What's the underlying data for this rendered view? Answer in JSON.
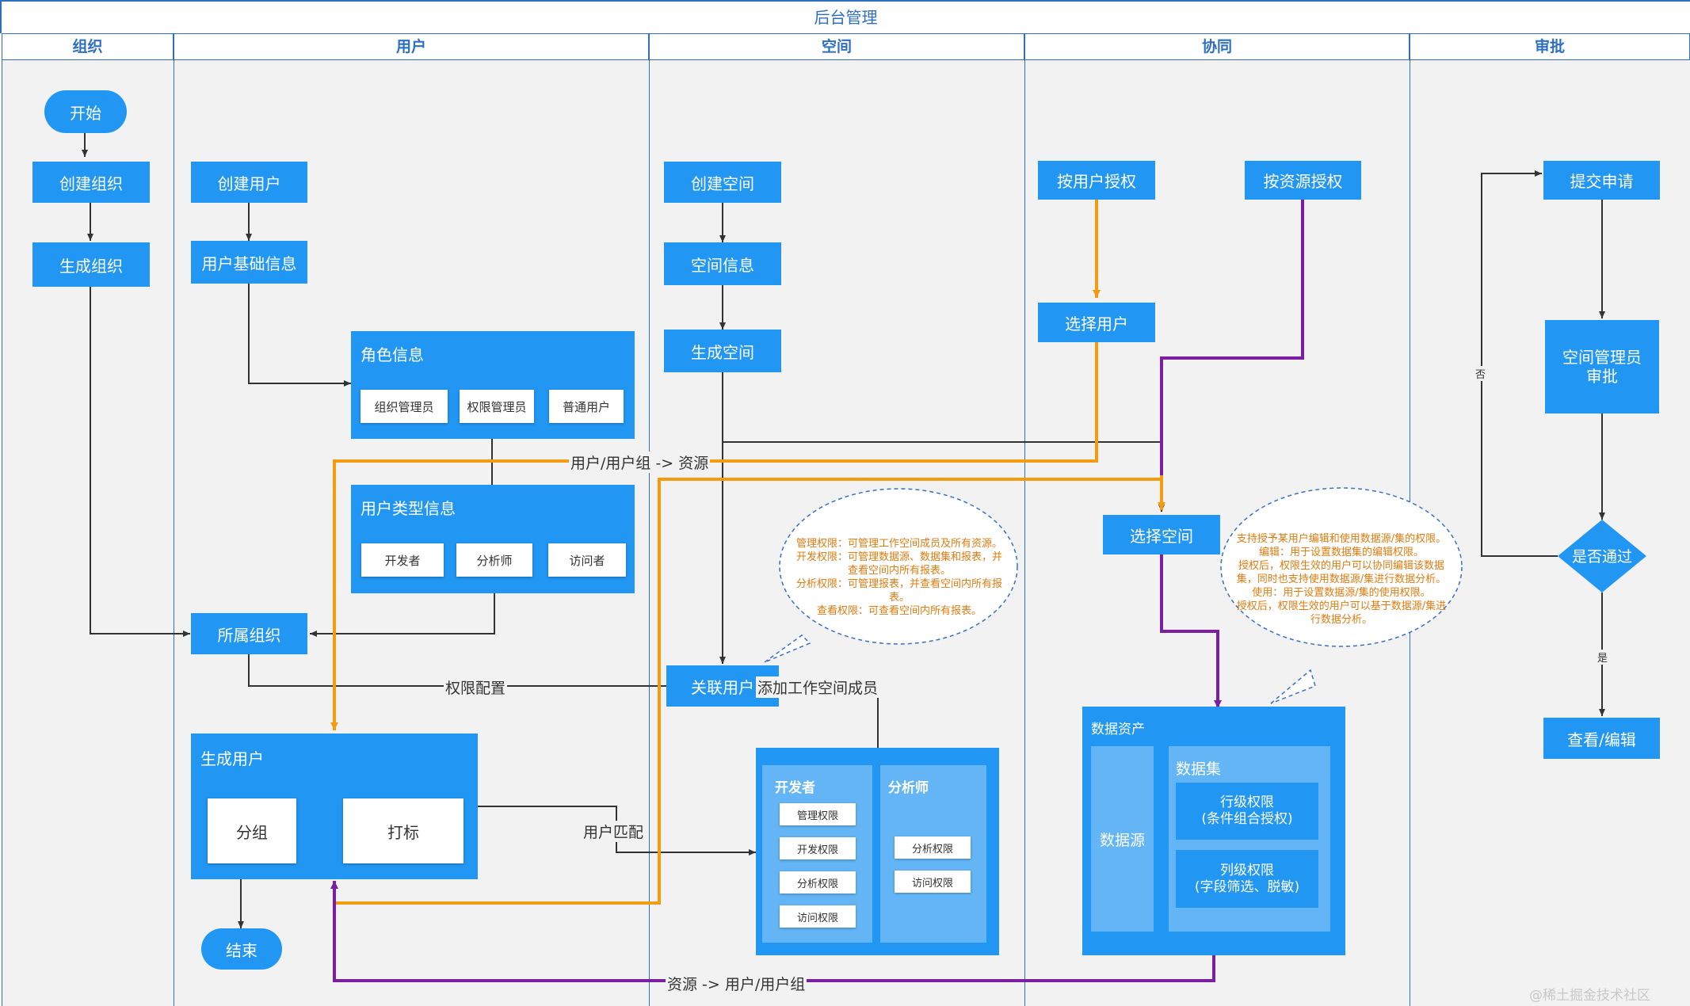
{
  "header": {
    "title": "后台管理"
  },
  "lanes": [
    "组织",
    "用户",
    "空间",
    "协同",
    "审批"
  ],
  "org": {
    "start": "开始",
    "create": "创建组织",
    "generate": "生成组织"
  },
  "user": {
    "create": "创建用户",
    "basic_info": "用户基础信息",
    "role_info": {
      "title": "角色信息",
      "items": [
        "组织管理员",
        "权限管理员",
        "普通用户"
      ]
    },
    "user_type": {
      "title": "用户类型信息",
      "items": [
        "开发者",
        "分析师",
        "访问者"
      ]
    },
    "belong_org": "所属组织",
    "generate_user": {
      "title": "生成用户",
      "items": [
        "分组",
        "打标"
      ]
    },
    "end": "结束"
  },
  "space": {
    "create": "创建空间",
    "info": "空间信息",
    "generate": "生成空间",
    "link_user": "关联用户",
    "note": [
      "管理权限：可管理工作空间成员及所有资源。",
      "开发权限：可管理数据源、数据集和报表，并",
      "查看空间内所有报表。",
      "分析权限：可管理报表，并查看空间内所有报",
      "表。",
      "查看权限：可查看空间内所有报表。"
    ],
    "roles": {
      "developer": {
        "title": "开发者",
        "perms": [
          "管理权限",
          "开发权限",
          "分析权限",
          "访问权限"
        ]
      },
      "analyst": {
        "title": "分析师",
        "perms": [
          "分析权限",
          "访问权限"
        ]
      }
    }
  },
  "collab": {
    "by_user": "按用户授权",
    "by_resource": "按资源授权",
    "select_user": "选择用户",
    "select_space": "选择空间",
    "note": [
      "支持授予某用户编辑和使用数据源/集的权限。",
      "编辑：用于设置数据集的编辑权限。",
      "授权后，权限生效的用户可以协同编辑该数据",
      "集，同时也支持使用数据源/集进行数据分析。",
      "使用：用于设置数据源/集的使用权限。",
      "授权后，权限生效的用户可以基于数据源/集进",
      "行数据分析。"
    ],
    "assets": {
      "title": "数据资产",
      "datasource": "数据源",
      "dataset": "数据集",
      "row_perm": [
        "行级权限",
        "(条件组合授权)"
      ],
      "col_perm": [
        "列级权限",
        "(字段筛选、脱敏)"
      ]
    }
  },
  "approval": {
    "submit": "提交申请",
    "admin": [
      "空间管理员",
      "审批"
    ],
    "pass": "是否通过",
    "view": "查看/编辑",
    "yes": "是",
    "no": "否"
  },
  "edge_labels": {
    "user_to_resource": "用户/用户组 -> 资源",
    "perm_config": "权限配置",
    "add_member": "添加工作空间成员",
    "user_match": "用户匹配",
    "resource_to_user": "资源 -> 用户/用户组"
  },
  "watermark": "@稀土掘金技术社区",
  "colors": {
    "node": "#2196f3",
    "lane_border": "#2f6fbf",
    "orange": "#f39c12",
    "purple": "#7b1fa2",
    "note": "#e07b10"
  }
}
